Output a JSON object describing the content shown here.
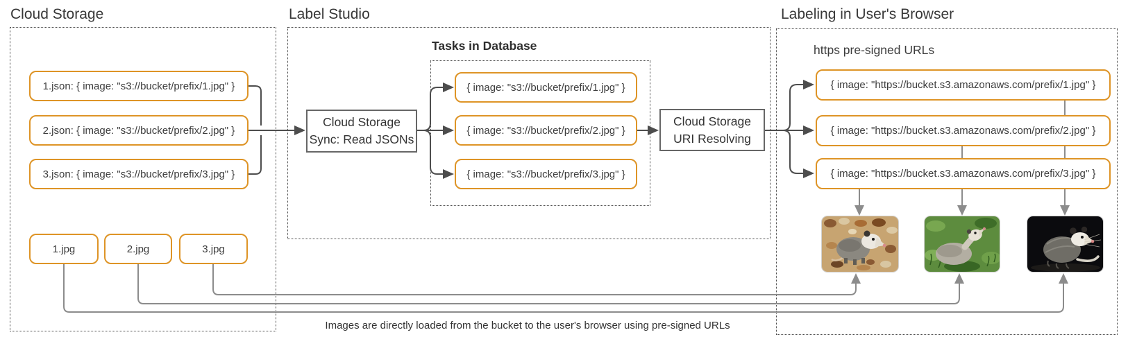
{
  "colors": {
    "accent_orange": "#de9426",
    "box_gray": "#666666",
    "line_dark": "#4d4d4d",
    "line_gray": "#8c8c8c",
    "text": "#3d3d3d"
  },
  "cloud_storage": {
    "title": "Cloud Storage",
    "json_files": [
      {
        "label": "1.json: { image: \"s3://bucket/prefix/1.jpg\" }"
      },
      {
        "label": "2.json: { image: \"s3://bucket/prefix/2.jpg\" }"
      },
      {
        "label": "3.json: { image: \"s3://bucket/prefix/3.jpg\" }"
      }
    ],
    "image_files": [
      {
        "label": "1.jpg"
      },
      {
        "label": "2.jpg"
      },
      {
        "label": "3.jpg"
      }
    ]
  },
  "label_studio": {
    "title": "Label Studio",
    "sync_box": {
      "line1": "Cloud Storage",
      "line2": "Sync: Read JSONs"
    },
    "tasks_db": {
      "title": "Tasks in Database",
      "tasks": [
        {
          "label": "{ image: \"s3://bucket/prefix/1.jpg\" }"
        },
        {
          "label": "{ image: \"s3://bucket/prefix/2.jpg\" }"
        },
        {
          "label": "{ image: \"s3://bucket/prefix/3.jpg\" }"
        }
      ]
    },
    "resolver_box": {
      "line1": "Cloud Storage",
      "line2": "URI Resolving"
    }
  },
  "browser": {
    "title": "Labeling in User's Browser",
    "subtitle": "https pre-signed URLs",
    "urls": [
      {
        "label": "{ image: \"https://bucket.s3.amazonaws.com/prefix/1.jpg\" }"
      },
      {
        "label": "{ image: \"https://bucket.s3.amazonaws.com/prefix/2.jpg\" }"
      },
      {
        "label": "{ image: \"https://bucket.s3.amazonaws.com/prefix/3.jpg\" }"
      }
    ],
    "images": [
      {
        "name": "opossum-photo-on-autumn-leaves"
      },
      {
        "name": "opossum-photo-in-green-grass"
      },
      {
        "name": "opossum-photo-black-background"
      }
    ]
  },
  "caption": "Images are directly loaded from the bucket to the user's browser using pre-signed URLs"
}
